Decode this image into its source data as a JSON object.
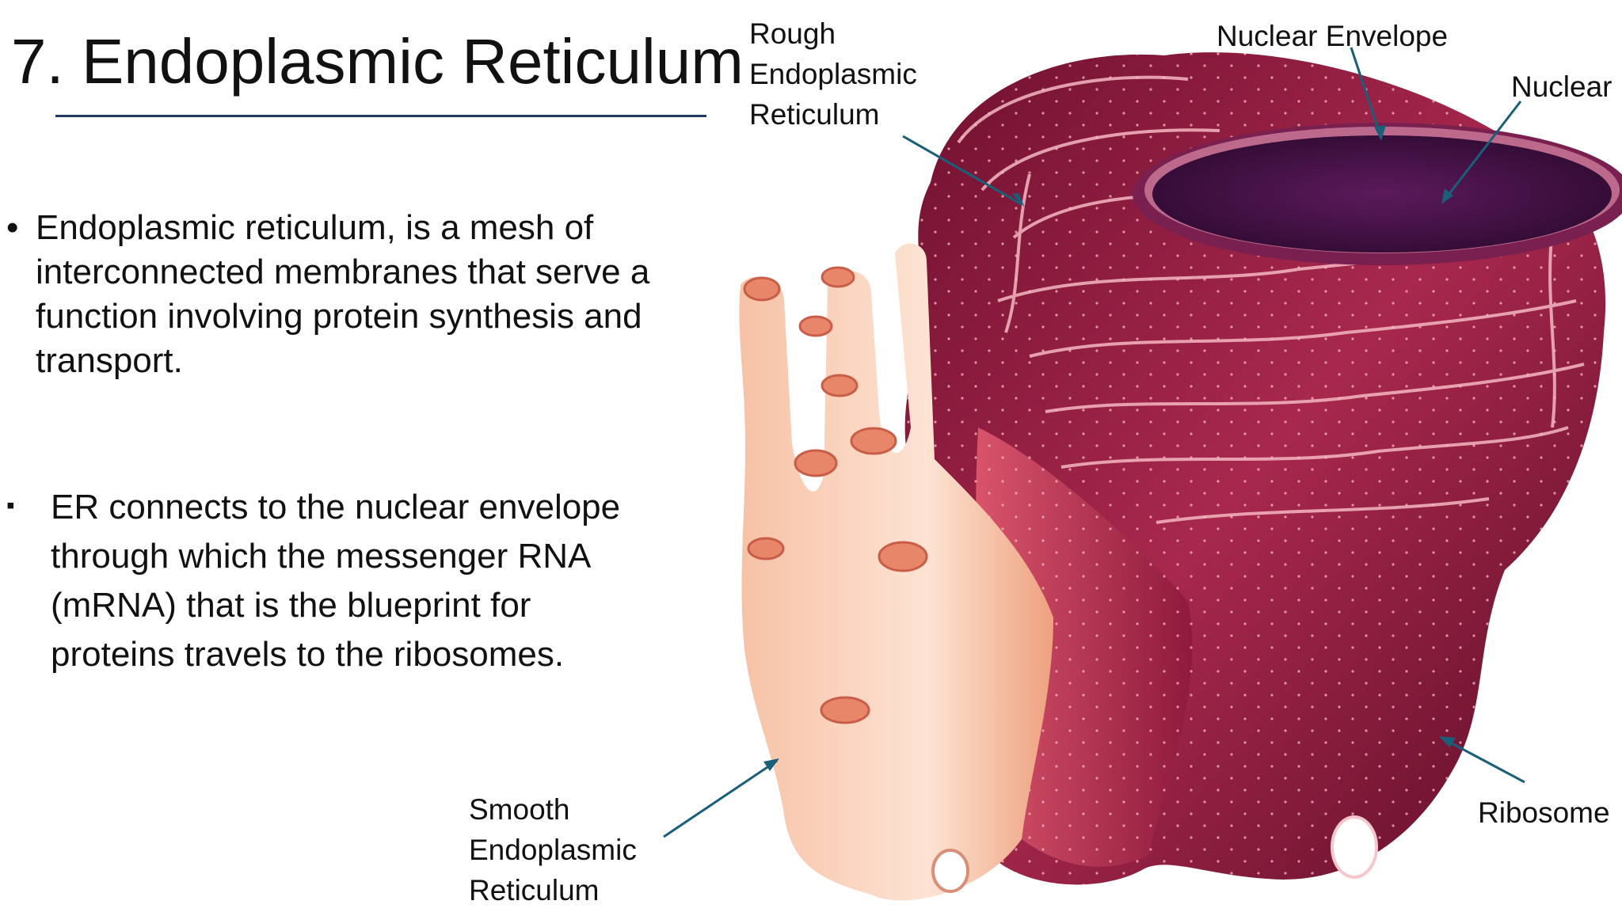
{
  "title": "7. Endoplasmic Reticulum",
  "bullets": [
    {
      "marker": "•",
      "text": "Endoplasmic reticulum, is a mesh of interconnected membranes that serve a function involving protein synthesis and transport."
    },
    {
      "marker": "▪",
      "text": "ER connects to the nuclear envelope through which the messenger RNA (mRNA) that is the blueprint for proteins travels to the ribosomes."
    }
  ],
  "labels": {
    "rough_er": "Rough\nEndoplasmic\nReticulum",
    "nuclear_envelope": "Nuclear Envelope",
    "nuclear": "Nuclear",
    "smooth_er": "Smooth\nEndoplasmic\nReticulum",
    "ribosome": "Ribosome"
  },
  "colors": {
    "title_rule": "#1f3864",
    "leader_line": "#1a5f7a",
    "rough_er": "#8e1c40",
    "nucleus": "#4a1448",
    "smooth_er": "#f2a98a"
  }
}
